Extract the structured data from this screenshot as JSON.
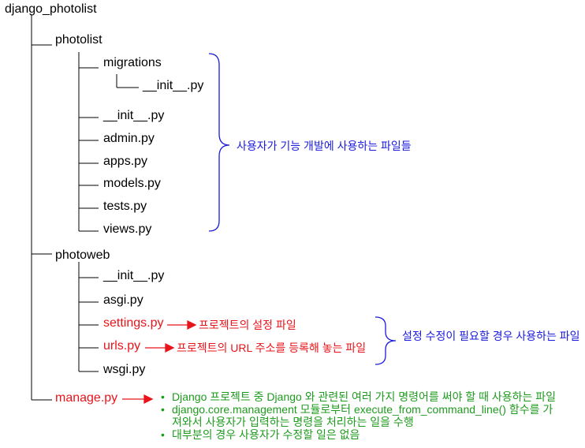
{
  "tree": {
    "root": "django_photolist",
    "photolist": {
      "label": "photolist",
      "migrations": "migrations",
      "migrations_init": "__init__.py",
      "init": "__init__.py",
      "admin": "admin.py",
      "apps": "apps.py",
      "models": "models.py",
      "tests": "tests.py",
      "views": "views.py"
    },
    "photoweb": {
      "label": "photoweb",
      "init": "__init__.py",
      "asgi": "asgi.py",
      "settings": "settings.py",
      "urls": "urls.py",
      "wsgi": "wsgi.py"
    },
    "manage": "manage.py"
  },
  "annotations": {
    "photolist_brace": "사용자가 기능 개발에 사용하는 파일들",
    "settings_note": "프로젝트의 설정 파일",
    "urls_note": "프로젝트의 URL 주소를 등록해 놓는 파일",
    "settings_urls_brace": "설정 수정이 필요할 경우 사용하는 파일",
    "manage_bullets": [
      "Django 프로젝트 중 Django 와 관련된 여러 가지 명령어를 써야 할 때 사용하는 파일",
      "django.core.management 모듈로부터 execute_from_command_line() 함수를 가",
      "져와서 사용자가 입력하는 명령을 처리하는 일을 수행",
      "대부분의 경우 사용자가 수정할 일은 없음"
    ]
  },
  "colors": {
    "line": "#000000",
    "highlight": "#e8141b",
    "brace": "#1a1adc",
    "manage_note": "#1e9b1e"
  }
}
